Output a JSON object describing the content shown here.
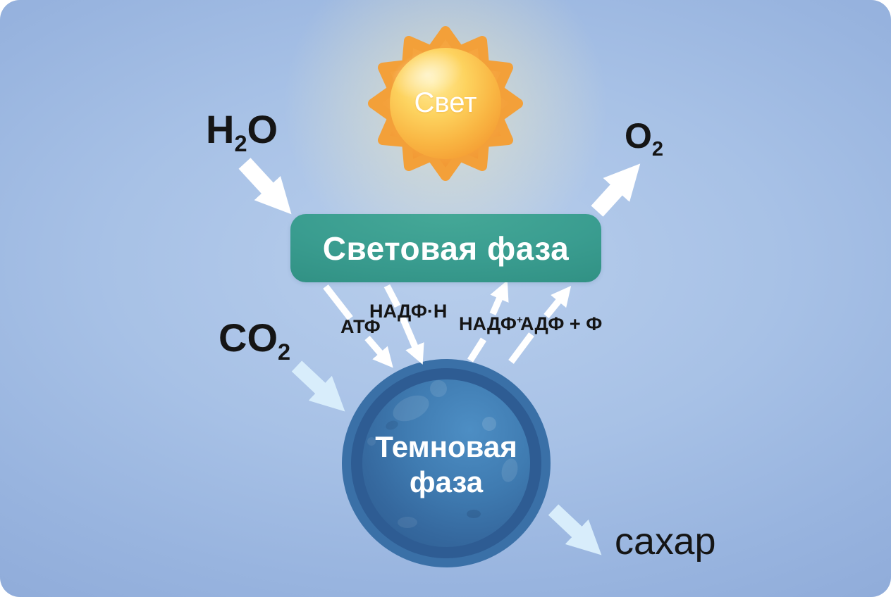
{
  "sun": {
    "label": "Свет"
  },
  "phases": {
    "light": {
      "label": "Световая фаза"
    },
    "dark": {
      "line1": "Темновая",
      "line2": "фаза"
    }
  },
  "molecules": {
    "h2o": {
      "base": "H",
      "sub": "2",
      "tail": "O"
    },
    "o2": {
      "base": "O",
      "sub": "2"
    },
    "co2": {
      "base": "CO",
      "sub": "2"
    },
    "sugar": "сахар"
  },
  "intermediates": {
    "atf": "АТФ",
    "nadfh": "НАДФ·Н",
    "nadf_ox": {
      "base": "НАДФ",
      "sup": "+"
    },
    "adf_f": "АДФ + Ф"
  },
  "colors": {
    "background": "#9cb8e2",
    "light_phase_box": "#3a9d90",
    "sun_body": "#f5a33c",
    "sun_core_light": "#ffe68c",
    "dark_sphere_surface": "#35689e",
    "dark_sphere_rim": "#2e5c93",
    "arrow_white": "#ffffff",
    "arrow_pale_blue": "#d8edfb",
    "label_text": "#151515",
    "phase_text": "#ffffff"
  }
}
